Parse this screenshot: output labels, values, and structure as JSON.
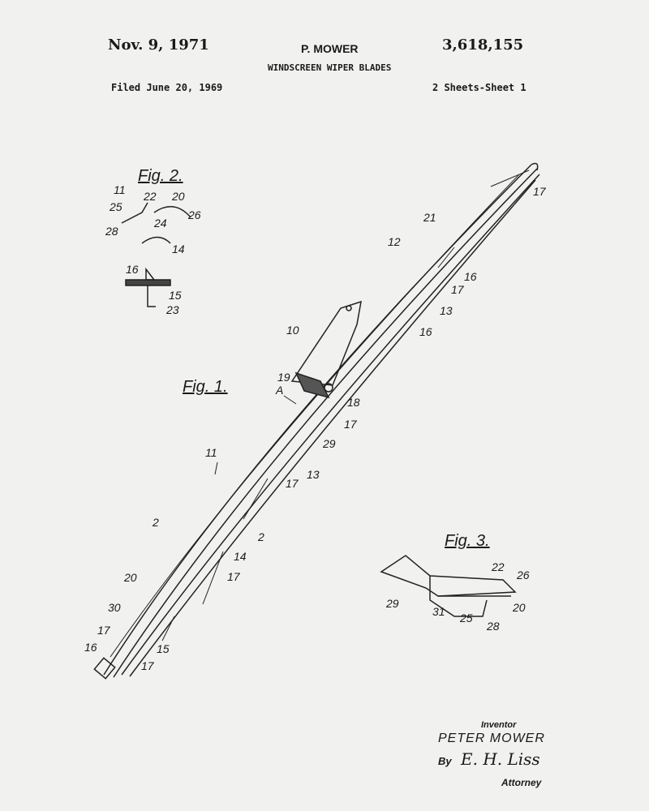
{
  "header": {
    "date": "Nov. 9, 1971",
    "inventor_short": "P. MOWER",
    "patent_number": "3,618,155",
    "title": "WINDSCREEN WIPER BLADES",
    "filed": "Filed June 20, 1969",
    "sheets": "2 Sheets-Sheet 1"
  },
  "figures": {
    "fig1": "Fig. 1.",
    "fig2": "Fig. 2.",
    "fig3": "Fig. 3."
  },
  "fig2_labels": [
    "11",
    "22",
    "20",
    "25",
    "24",
    "26",
    "28",
    "14",
    "16",
    "15",
    "23"
  ],
  "fig1_labels": [
    "10",
    "19",
    "A",
    "18",
    "17",
    "29",
    "13",
    "17",
    "11",
    "2",
    "2",
    "14",
    "17",
    "20",
    "30",
    "17",
    "16",
    "15",
    "17",
    "21",
    "12",
    "16",
    "17",
    "13",
    "16",
    "17"
  ],
  "fig3_labels": [
    "22",
    "26",
    "29",
    "31",
    "25",
    "28",
    "20"
  ],
  "signature": {
    "inventor_label": "Inventor",
    "inventor_name": "PETER MOWER",
    "by": "By",
    "signature": "E. H. Liss",
    "attorney_label": "Attorney"
  }
}
